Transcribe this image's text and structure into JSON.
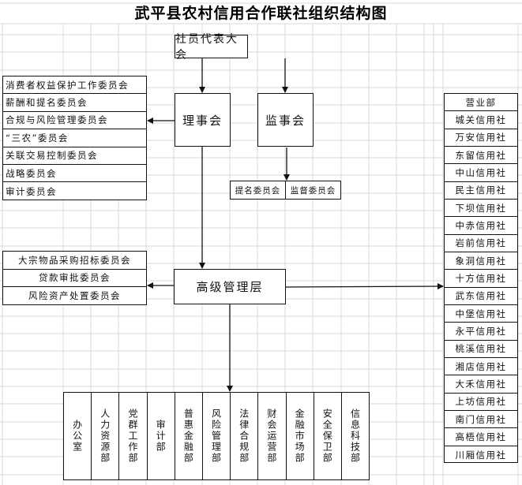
{
  "title": "武平县农村信用合作联社组织结构图",
  "top_body": "社员代表大会",
  "board": "理事会",
  "supervisory_board": "监事会",
  "board_committees": [
    "消费者权益保护工作委员会",
    "薪酬和提名委员会",
    "合规与风险管理委员会",
    " “三农”委员会",
    "关联交易控制委员会",
    "战略委员会",
    "审计委员会"
  ],
  "supervisory_committees": [
    "提名委员会",
    "监督委员会"
  ],
  "senior_management": "高级管理层",
  "management_committees": [
    "大宗物品采购招标委员会",
    "贷款审批委员会",
    "风险资产处置委员会"
  ],
  "branches": [
    "营业部",
    "城关信用社",
    "万安信用社",
    "东留信用社",
    "中山信用社",
    "民主信用社",
    "下坝信用社",
    "中赤信用社",
    "岩前信用社",
    "象洞信用社",
    "十方信用社",
    "武东信用社",
    "中堡信用社",
    "永平信用社",
    "桃溪信用社",
    "湘店信用社",
    "大禾信用社",
    "上坊信用社",
    "南门信用社",
    "高梧信用社",
    "川厢信用社"
  ],
  "departments": [
    "办公室",
    "人力资源部",
    "党群工作部",
    "审计部",
    "普惠金融部",
    "风险管理部",
    "法律合规部",
    "财会运营部",
    "金融市场部",
    "安全保卫部",
    "信息科技部"
  ],
  "colors": {
    "line": "#111111",
    "grid": "#d9d9d9",
    "background": "#ffffff"
  }
}
